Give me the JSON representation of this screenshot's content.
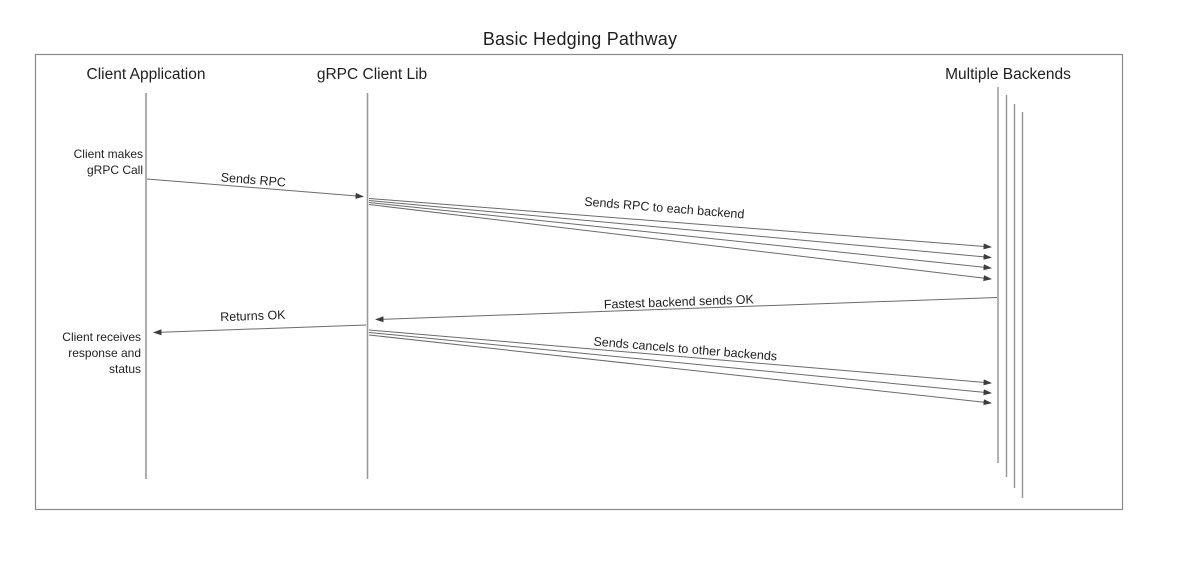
{
  "title": "Basic Hedging Pathway",
  "diagram_type": "sequence-diagram",
  "actors": [
    {
      "label": "Client Application",
      "lifelines": 1
    },
    {
      "label": "gRPC Client Lib",
      "lifelines": 1
    },
    {
      "label": "Multiple Backends",
      "lifelines": 4
    }
  ],
  "messages": [
    {
      "label": "Sends RPC",
      "from": "Client Application",
      "to": "gRPC Client Lib",
      "arrows": 1
    },
    {
      "label": "Sends RPC to each backend",
      "from": "gRPC Client Lib",
      "to": "Multiple Backends",
      "arrows": 4
    },
    {
      "label": "Fastest backend sends OK",
      "from": "Multiple Backends",
      "to": "gRPC Client Lib",
      "arrows": 1
    },
    {
      "label": "Returns OK",
      "from": "gRPC Client Lib",
      "to": "Client Application",
      "arrows": 1
    },
    {
      "label": "Sends cancels to other backends",
      "from": "gRPC Client Lib",
      "to": "Multiple Backends",
      "arrows": 3
    }
  ],
  "annotations": [
    {
      "lines": [
        "Client makes",
        "gRPC Call"
      ]
    },
    {
      "lines": [
        "Client receives",
        "response and",
        "status"
      ]
    }
  ],
  "colors": {
    "background": "#ffffff",
    "frame": "#8a8a8a",
    "lifeline": "#9a9a9a",
    "arrow": "#6b6b6b",
    "arrowhead": "#3d3d3d",
    "text": "#1f1f1f"
  }
}
